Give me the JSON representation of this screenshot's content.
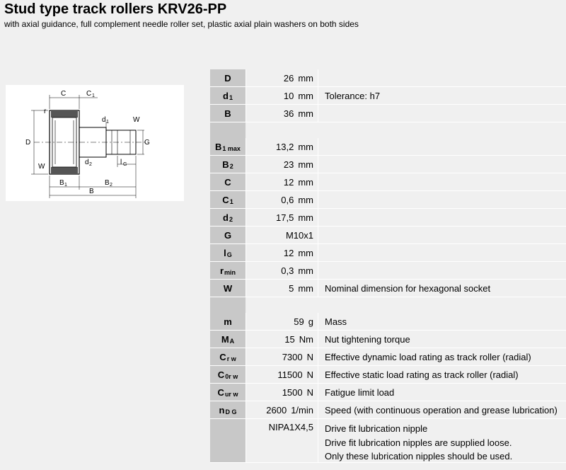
{
  "header": {
    "title": "Stud type track rollers KRV26-PP",
    "subtitle": "with axial guidance, full complement needle roller set, plastic axial plain washers on both sides"
  },
  "drawing_labels": {
    "C": "C",
    "C1": "C",
    "C1_sub": "1",
    "r": "r",
    "d1": "d",
    "d1_sub": "1",
    "W_top": "W",
    "D": "D",
    "G": "G",
    "W_left": "W",
    "d2": "d",
    "d2_sub": "2",
    "lG": "l",
    "lG_sub": "G",
    "B1": "B",
    "B1_sub": "1",
    "B2": "B",
    "B2_sub": "2",
    "B": "B"
  },
  "groups": [
    [
      {
        "sym": "D",
        "sub": "",
        "num": "26",
        "unit": "mm",
        "desc": ""
      },
      {
        "sym": "d",
        "sub": "1",
        "num": "10",
        "unit": "mm",
        "desc": "Tolerance: h7"
      },
      {
        "sym": "B",
        "sub": "",
        "num": "36",
        "unit": "mm",
        "desc": ""
      }
    ],
    [
      {
        "sym": "B",
        "sub": "1 max",
        "num": "13,2",
        "unit": "mm",
        "desc": ""
      },
      {
        "sym": "B",
        "sub": "2",
        "num": "23",
        "unit": "mm",
        "desc": ""
      },
      {
        "sym": "C",
        "sub": "",
        "num": "12",
        "unit": "mm",
        "desc": ""
      },
      {
        "sym": "C",
        "sub": "1",
        "num": "0,6",
        "unit": "mm",
        "desc": ""
      },
      {
        "sym": "d",
        "sub": "2",
        "num": "17,5",
        "unit": "mm",
        "desc": ""
      },
      {
        "sym": "G",
        "sub": "",
        "num": "M10x1",
        "unit": "",
        "desc": ""
      },
      {
        "sym": "l",
        "sub": "G",
        "num": "12",
        "unit": "mm",
        "desc": ""
      },
      {
        "sym": "r",
        "sub": "min",
        "num": "0,3",
        "unit": "mm",
        "desc": ""
      },
      {
        "sym": "W",
        "sub": "",
        "num": "5",
        "unit": "mm",
        "desc": "Nominal dimension for hexagonal socket"
      }
    ],
    [
      {
        "sym": "m",
        "sub": "",
        "num": "59",
        "unit": "g",
        "desc": "Mass"
      },
      {
        "sym": "M",
        "sub": "A",
        "num": "15",
        "unit": "Nm",
        "desc": "Nut tightening torque"
      },
      {
        "sym": "C",
        "sub": "r w",
        "num": "7300",
        "unit": "N",
        "desc": "Effective dynamic load rating as track roller (radial)"
      },
      {
        "sym": "C",
        "sub": "0r w",
        "num": "11500",
        "unit": "N",
        "desc": "Effective static load rating as track roller (radial)"
      },
      {
        "sym": "C",
        "sub": "ur w",
        "num": "1500",
        "unit": "N",
        "desc": "Fatigue limit load"
      },
      {
        "sym": "n",
        "sub": "D G",
        "num": "2600",
        "unit": "1/min",
        "desc": "Speed (with continuous operation and grease lubrication)"
      }
    ]
  ],
  "lubrication": {
    "num": "NIPA1X4,5",
    "lines": [
      "Drive fit lubrication nipple",
      "Drive fit lubrication nipples are supplied loose.",
      "Only these lubrication nipples should be used."
    ]
  }
}
